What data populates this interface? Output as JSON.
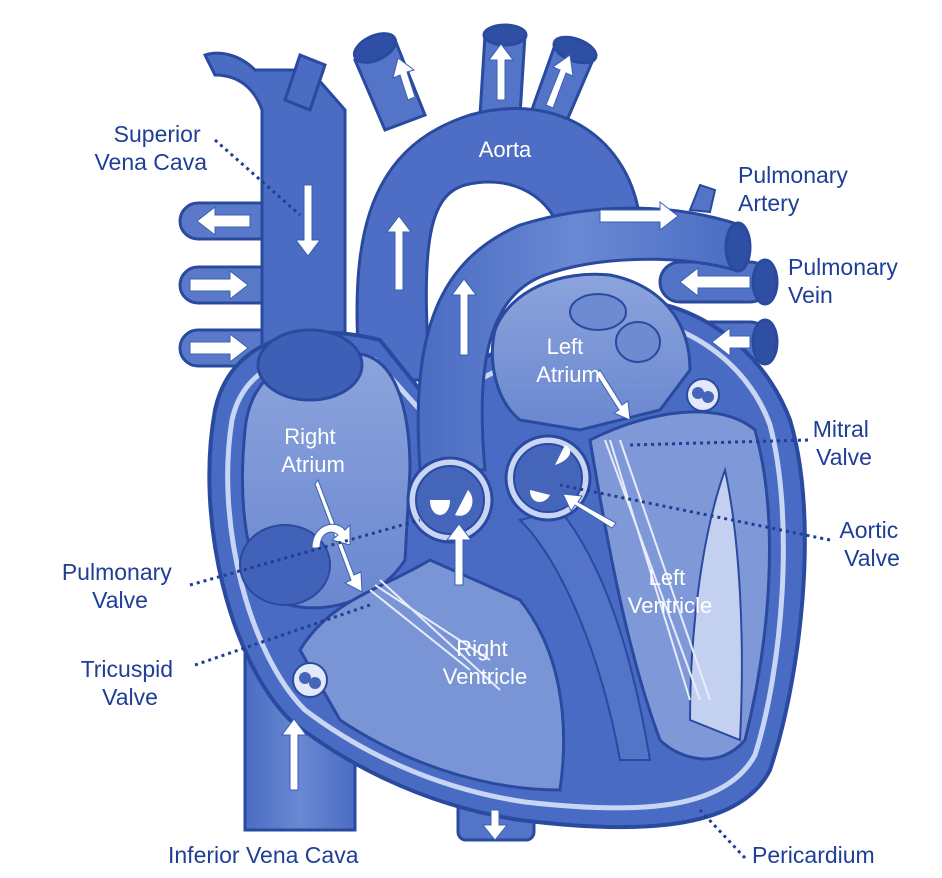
{
  "labels": {
    "superior_vena_cava": [
      "Superior",
      "Vena Cava"
    ],
    "aorta": [
      "Aorta"
    ],
    "pulmonary_artery": [
      "Pulmonary",
      "Artery"
    ],
    "pulmonary_vein": [
      "Pulmonary",
      "Vein"
    ],
    "left_atrium": [
      "Left",
      "Atrium"
    ],
    "right_atrium": [
      "Right",
      "Atrium"
    ],
    "mitral_valve": [
      "Mitral",
      "Valve"
    ],
    "aortic_valve": [
      "Aortic",
      "Valve"
    ],
    "pulmonary_valve": [
      "Pulmonary",
      "Valve"
    ],
    "left_ventricle": [
      "Left",
      "Ventricle"
    ],
    "tricuspid_valve": [
      "Tricuspid",
      "Valve"
    ],
    "right_ventricle": [
      "Right",
      "Ventricle"
    ],
    "inferior_vena_cava": [
      "Inferior Vena Cava"
    ],
    "pericardium": [
      "Pericardium"
    ]
  },
  "colors": {
    "dark": "#3d5fb5",
    "mid": "#5878c8",
    "light": "#8ea6dd",
    "pale": "#b9c8ec",
    "outline": "#2a4aa0",
    "text": "#1f3f97"
  }
}
